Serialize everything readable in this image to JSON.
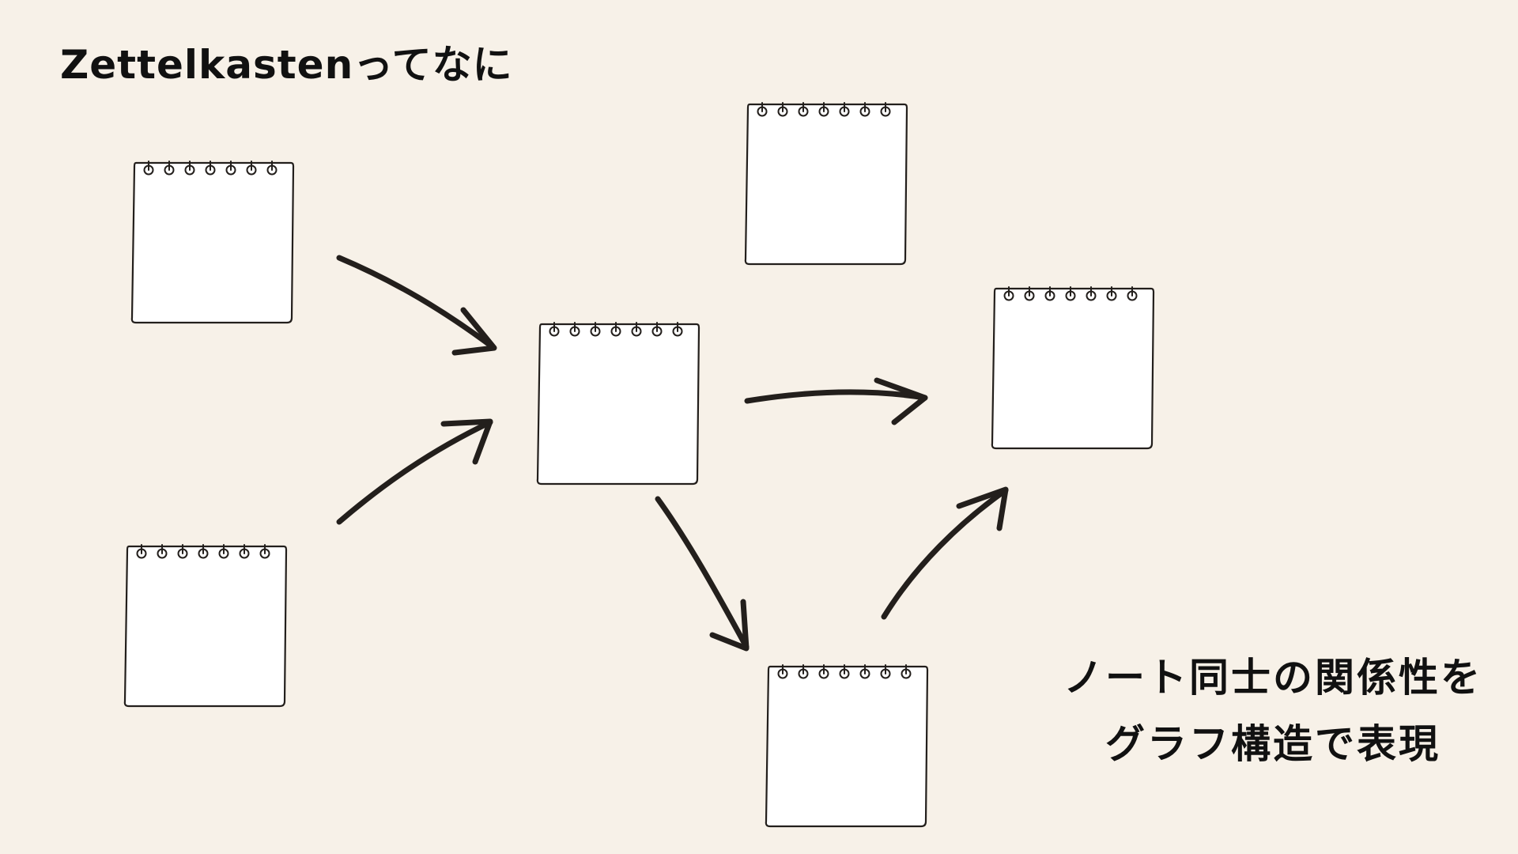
{
  "title": "Zettelkastenってなに",
  "caption": {
    "line1": "ノート同士の関係性を",
    "line2": "グラフ構造で表現"
  },
  "colors": {
    "background": "#f7f1e8",
    "note_fill": "#ffffff",
    "ink": "#231f1c"
  },
  "diagram": {
    "nodes": [
      {
        "id": "note-a",
        "icon": "notepad-icon"
      },
      {
        "id": "note-b",
        "icon": "notepad-icon"
      },
      {
        "id": "note-c",
        "icon": "notepad-icon"
      },
      {
        "id": "note-d",
        "icon": "notepad-icon"
      },
      {
        "id": "note-e",
        "icon": "notepad-icon"
      },
      {
        "id": "note-f",
        "icon": "notepad-icon"
      }
    ],
    "edges": [
      {
        "from": "note-a",
        "to": "note-c"
      },
      {
        "from": "note-b",
        "to": "note-c"
      },
      {
        "from": "note-c",
        "to": "note-e"
      },
      {
        "from": "note-c",
        "to": "note-f"
      },
      {
        "from": "note-f",
        "to": "note-e"
      }
    ]
  }
}
